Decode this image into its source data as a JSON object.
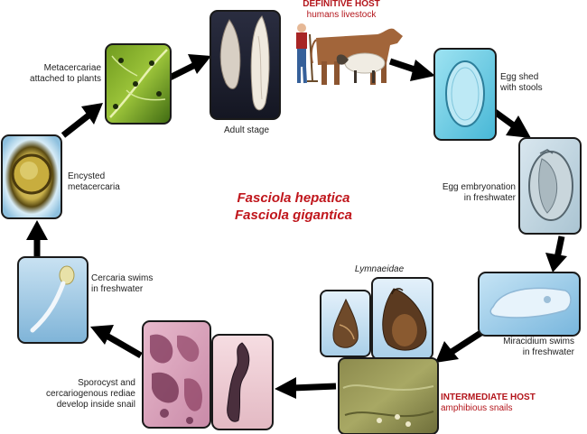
{
  "definitive_host": {
    "title": "DEFINITIVE HOST",
    "subtitle": "humans  livestock"
  },
  "intermediate_host": {
    "title": "INTERMEDIATE HOST",
    "subtitle": "amphibious snails"
  },
  "species": [
    "Fasciola hepatica",
    "Fasciola gigantica"
  ],
  "stages": {
    "adult": "Adult stage",
    "egg_shed": [
      "Egg shed",
      "with stools"
    ],
    "embryonation": [
      "Egg embryonation",
      "in freshwater"
    ],
    "miracidium": [
      "Miracidium swims",
      "in freshwater"
    ],
    "sporocyst": [
      "Sporocyst and",
      "cercariogenous rediae",
      "develop inside snail"
    ],
    "cercaria": [
      "Cercaria swims",
      "in freshwater"
    ],
    "encysted": [
      "Encysted",
      "metacercaria"
    ],
    "metacercariae": [
      "Metacercariae",
      "attached to plants"
    ]
  },
  "snail_family": "Lymnaeidae",
  "colors": {
    "title_red": "#c0161c",
    "arrow": "#000000",
    "frame": "#1a1a1a"
  }
}
